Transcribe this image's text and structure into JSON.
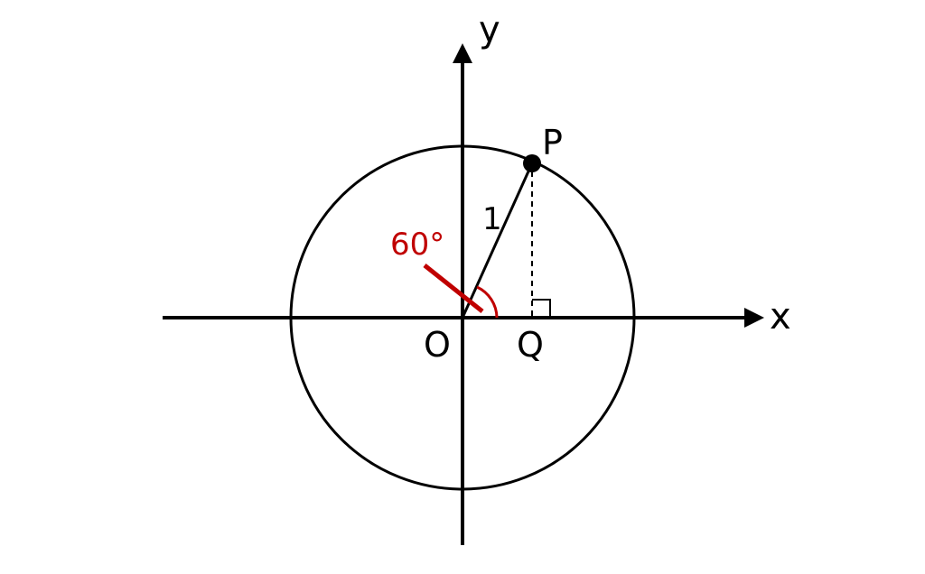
{
  "diagram": {
    "axis_x_label": "x",
    "axis_y_label": "y",
    "origin_label": "O",
    "point_p_label": "P",
    "point_q_label": "Q",
    "radius_label": "1",
    "angle_label": "60°",
    "angle_degrees": 60,
    "colors": {
      "ink": "#000000",
      "accent": "#c00000",
      "background": "#ffffff"
    }
  }
}
